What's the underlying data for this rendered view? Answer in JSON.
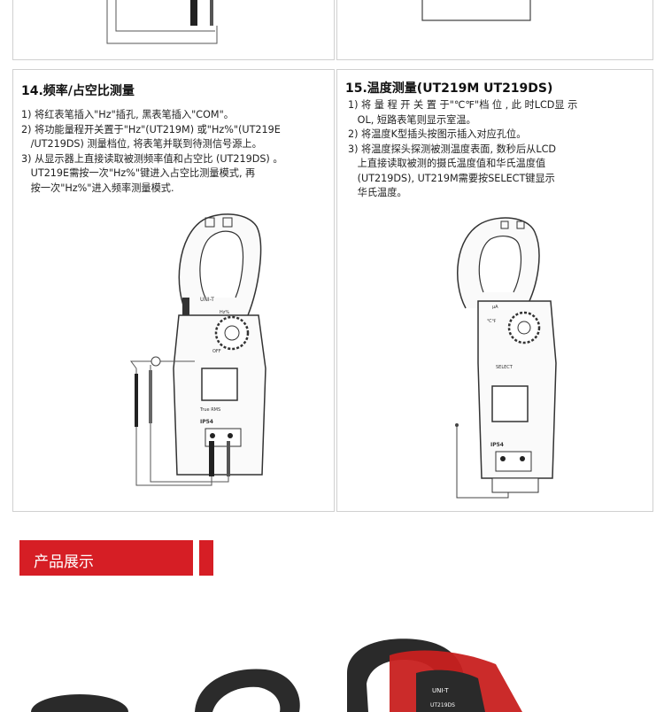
{
  "section14": {
    "title": "14.频率/占空比测量",
    "steps": [
      "1) 将红表笔插入\"Hz\"插孔, 黑表笔插入\"COM\"。",
      "2) 将功能量程开关置于\"Hz\"(UT219M) 或\"Hz%\"(UT219E",
      "   /UT219DS) 测量档位, 将表笔并联到待测信号源上。",
      "3) 从显示器上直接读取被测频率值和占空比 (UT219DS) 。",
      "   UT219E需按一次\"Hz%\"键进入占空比测量模式, 再",
      "   按一次\"Hz%\"进入频率测量模式."
    ]
  },
  "section15": {
    "title": "15.温度测量(UT219M UT219DS)",
    "steps": [
      "1) 将 量 程 开 关 置 于\"℃℉\"档 位 , 此 时LCD显 示",
      "   OL, 短路表笔则显示室温。",
      "2) 将温度K型插头按图示插入对应孔位。",
      "3) 将温度探头探测被测温度表面, 数秒后从LCD",
      "   上直接读取被测的摄氏温度值和华氏温度值",
      "   (UT219DS), UT219M需要按SELECT键显示",
      "   华氏温度。"
    ]
  },
  "meter": {
    "brand": "UNI-T",
    "model": "UT219DS",
    "ip": "IP54",
    "trms": "True RMS",
    "off": "OFF",
    "select": "SELECT",
    "hz": "Hz%",
    "ua": "μA",
    "temp": "℃℉"
  },
  "banner": {
    "label": "产品展示"
  },
  "colors": {
    "accent": "#d61e25",
    "photo_dark": "#2a2a2a",
    "photo_red": "#c8201f"
  }
}
